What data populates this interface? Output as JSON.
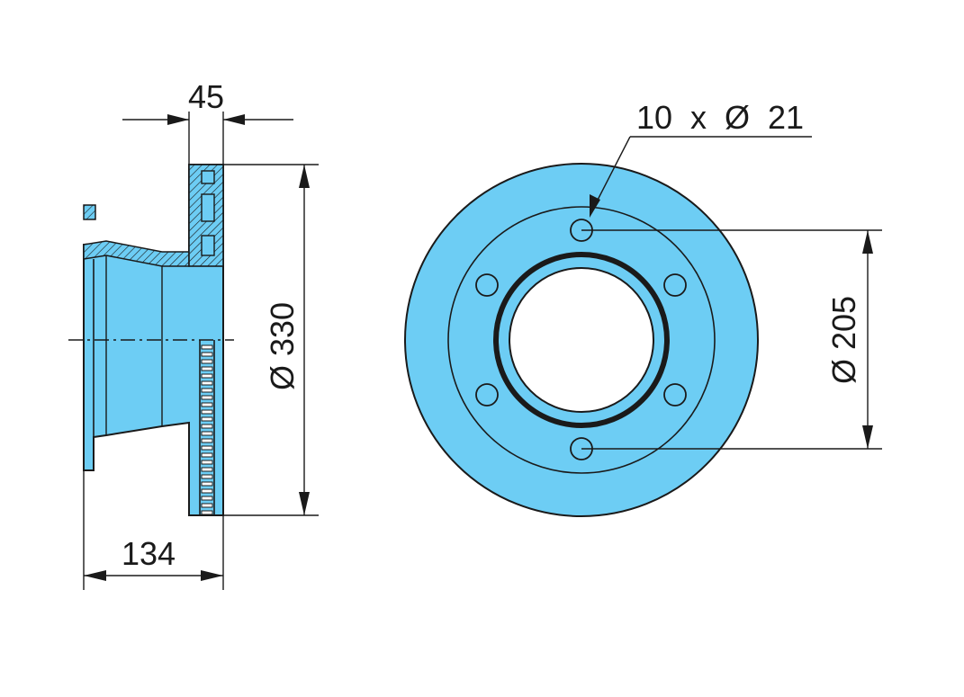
{
  "colors": {
    "part_fill": "#6dcdf4",
    "line": "#1a1a1a",
    "background": "#ffffff"
  },
  "side_view": {
    "width_label": "45",
    "diameter_label": "Ø 330",
    "offset_label": "134"
  },
  "front_view": {
    "holes_label": "10  x  Ø  21",
    "pcd_label": "Ø 205"
  }
}
